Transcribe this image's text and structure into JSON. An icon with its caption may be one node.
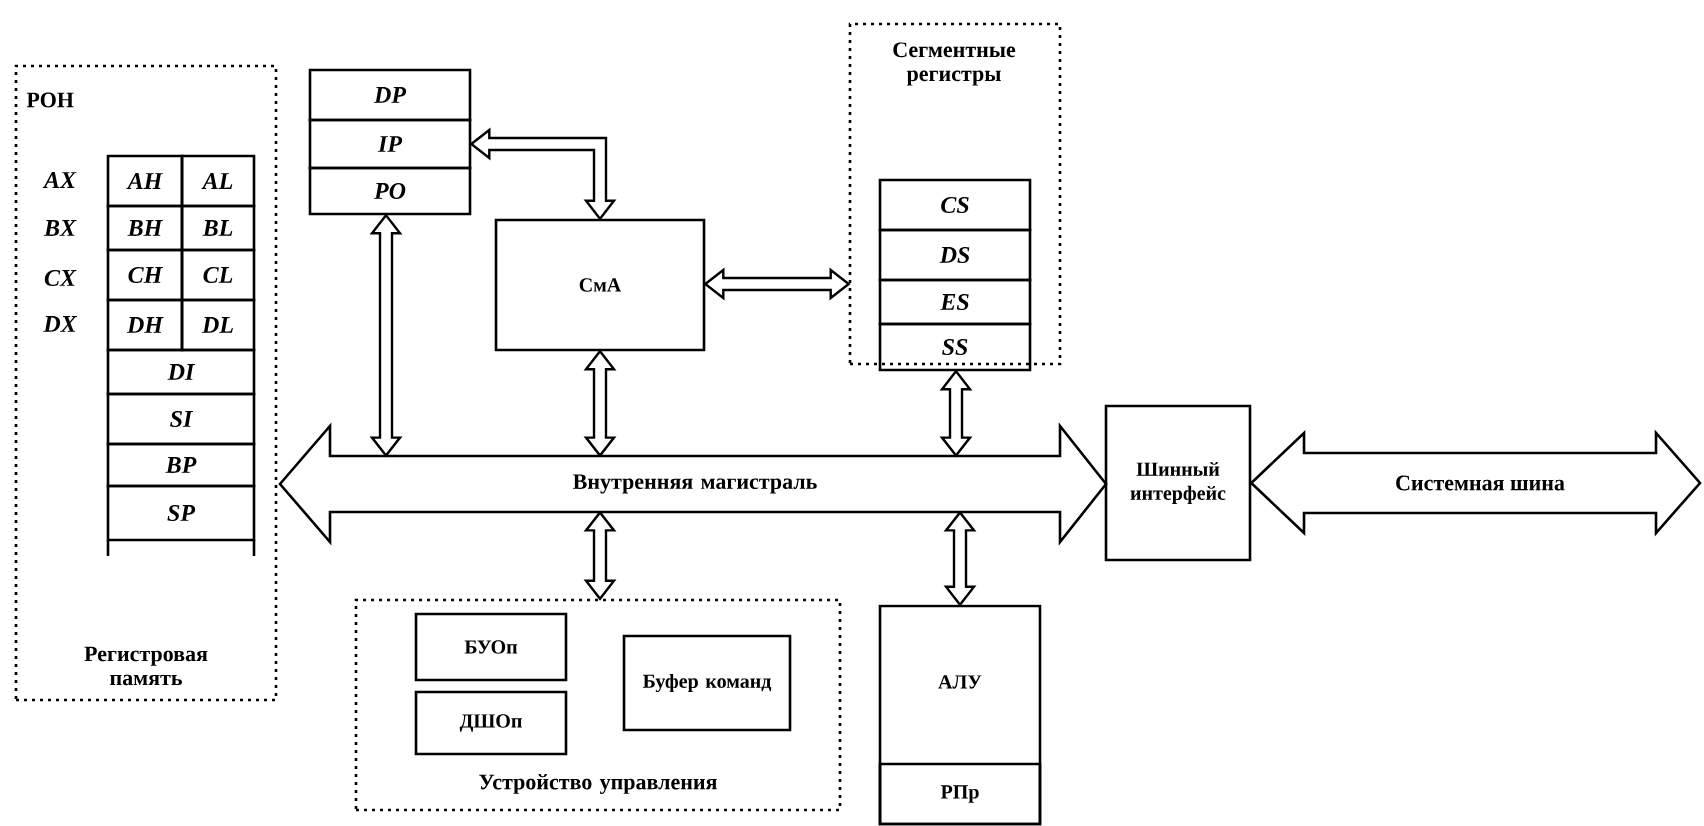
{
  "diagram": {
    "nodes": [
      {
        "text": [
          "РОН",
          "Регистровая память"
        ]
      },
      {
        "text": [
          "AH"
        ],
        "in": 0
      },
      {
        "text": [
          "AL"
        ],
        "in": 0
      },
      {
        "text": [
          "BH"
        ],
        "in": 0
      },
      {
        "text": [
          "BL"
        ],
        "in": 0
      },
      {
        "text": [
          "CH"
        ],
        "in": 0
      },
      {
        "text": [
          "CL"
        ],
        "in": 0
      },
      {
        "text": [
          "DH"
        ],
        "in": 0
      },
      {
        "text": [
          "DL"
        ],
        "in": 0
      },
      {
        "text": [
          "DI"
        ],
        "in": 0
      },
      {
        "text": [
          "SI"
        ],
        "in": 0
      },
      {
        "text": [
          "BP"
        ],
        "in": 0
      },
      {
        "text": [
          "SP"
        ],
        "in": 0
      },
      {
        "text": [
          "DP"
        ]
      },
      {
        "text": [
          "IP"
        ]
      },
      {
        "text": [
          "PO"
        ]
      },
      {
        "text": [
          "СмА"
        ]
      },
      {
        "text": [
          "Сегментные регистры"
        ]
      },
      {
        "text": [
          "CS"
        ],
        "in": 17
      },
      {
        "text": [
          "DS"
        ],
        "in": 17
      },
      {
        "text": [
          "ES"
        ],
        "in": 17
      },
      {
        "text": [
          "SS"
        ],
        "in": 17
      },
      {
        "text": [
          "Внутренняя магистраль"
        ]
      },
      {
        "text": [
          "Шинный интерфейс"
        ]
      },
      {
        "text": [
          "Устройство управления"
        ]
      },
      {
        "text": [
          "БУОп"
        ],
        "in": 24
      },
      {
        "text": [
          "ДШОп"
        ],
        "in": 24
      },
      {
        "text": [
          "Буфер команд"
        ],
        "in": 24
      },
      {
        "text": [
          "АЛУ"
        ]
      },
      {
        "text": [
          "РПр"
        ],
        "in": 28
      }
    ],
    "edges": [
      {
        "from": 14,
        "to": 16,
        "arrow": "both"
      },
      {
        "from": 15,
        "to": 22,
        "arrow": "both"
      },
      {
        "from": 16,
        "to": 22,
        "arrow": "both"
      },
      {
        "from": 16,
        "to": 17,
        "arrow": "both"
      },
      {
        "from": 21,
        "to": 22,
        "arrow": "both"
      },
      {
        "from": 22,
        "to": 24,
        "arrow": "both"
      },
      {
        "from": 22,
        "to": 28,
        "arrow": "both"
      },
      {
        "from": 23,
        "to": null,
        "arrow": "both",
        "label": "Системная шина"
      }
    ],
    "labels": [
      "AX",
      "BX",
      "CX",
      "DX"
    ]
  }
}
